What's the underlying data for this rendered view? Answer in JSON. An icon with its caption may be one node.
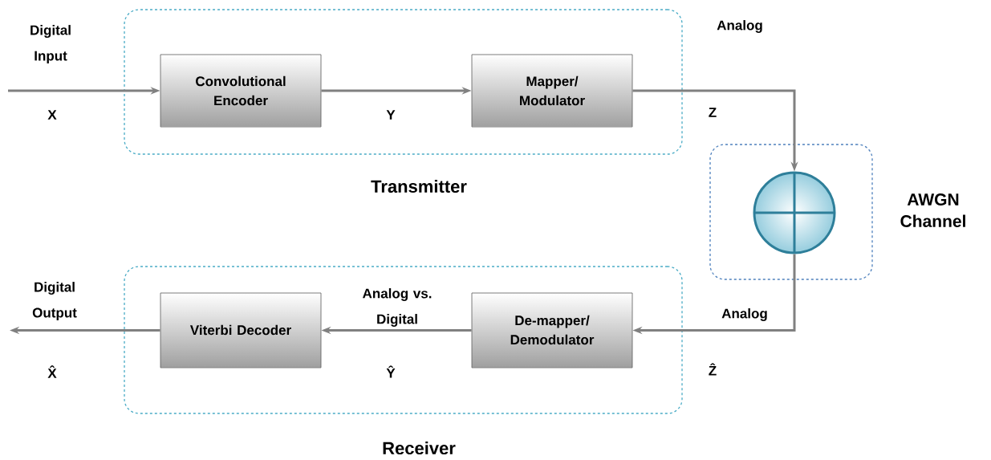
{
  "diagram": {
    "nodes": [
      {
        "text": [
          "Transmitter"
        ]
      },
      {
        "text": [
          "Convolutional Encoder"
        ],
        "in": 0
      },
      {
        "text": [
          "Mapper/ Modulator"
        ],
        "in": 0
      },
      {
        "text": [
          "AWGN Channel"
        ]
      },
      {
        "text": [],
        "shape": "circle",
        "in": 3
      },
      {
        "text": [
          "Receiver"
        ]
      },
      {
        "text": [
          "De-mapper/ Demodulator"
        ],
        "in": 5
      },
      {
        "text": [
          "Viterbi Decoder"
        ],
        "in": 5
      }
    ],
    "edges": [
      {
        "from": null,
        "to": 1,
        "arrow": "to",
        "label": "X"
      },
      {
        "from": 1,
        "to": 2,
        "arrow": "to",
        "label": "Y"
      },
      {
        "from": 2,
        "to": 4,
        "arrow": "to",
        "label": "Z"
      },
      {
        "from": 4,
        "to": 6,
        "arrow": "to",
        "label": "Ẑ"
      },
      {
        "from": 6,
        "to": 7,
        "arrow": "to",
        "label": "Ŷ"
      },
      {
        "from": 7,
        "to": null,
        "arrow": "to",
        "label": "X̂"
      }
    ],
    "labels": [
      "Digital Input",
      "Analog",
      "Analog vs. Digital",
      "Analog",
      "Digital Output"
    ]
  }
}
